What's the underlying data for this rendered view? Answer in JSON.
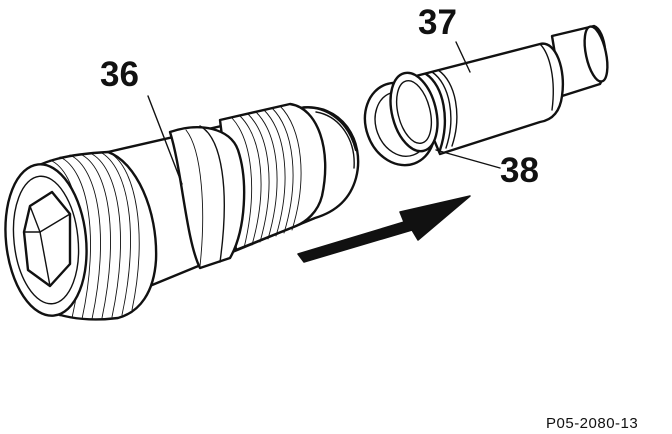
{
  "callouts": {
    "part_36": "36",
    "part_37": "37",
    "part_38": "38"
  },
  "figure_code": "P05-2080-13",
  "colors": {
    "ink": "#111111",
    "paper": "#ffffff"
  }
}
